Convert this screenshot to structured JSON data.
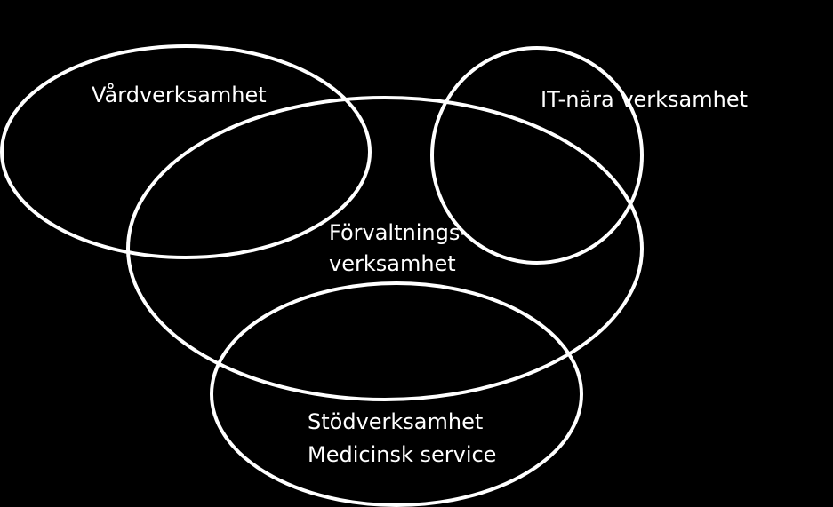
{
  "colors": {
    "background": "#000000",
    "stroke": "#ffffff",
    "text": "#ffffff"
  },
  "diagram": {
    "vard": {
      "label": "Vårdverksamhet"
    },
    "it": {
      "label": "IT-nära verksamhet"
    },
    "forvaltning": {
      "line1": "Förvaltnings-",
      "line2": "verksamhet"
    },
    "stod": {
      "line1": "Stödverksamhet",
      "line2": "Medicinsk service"
    }
  }
}
